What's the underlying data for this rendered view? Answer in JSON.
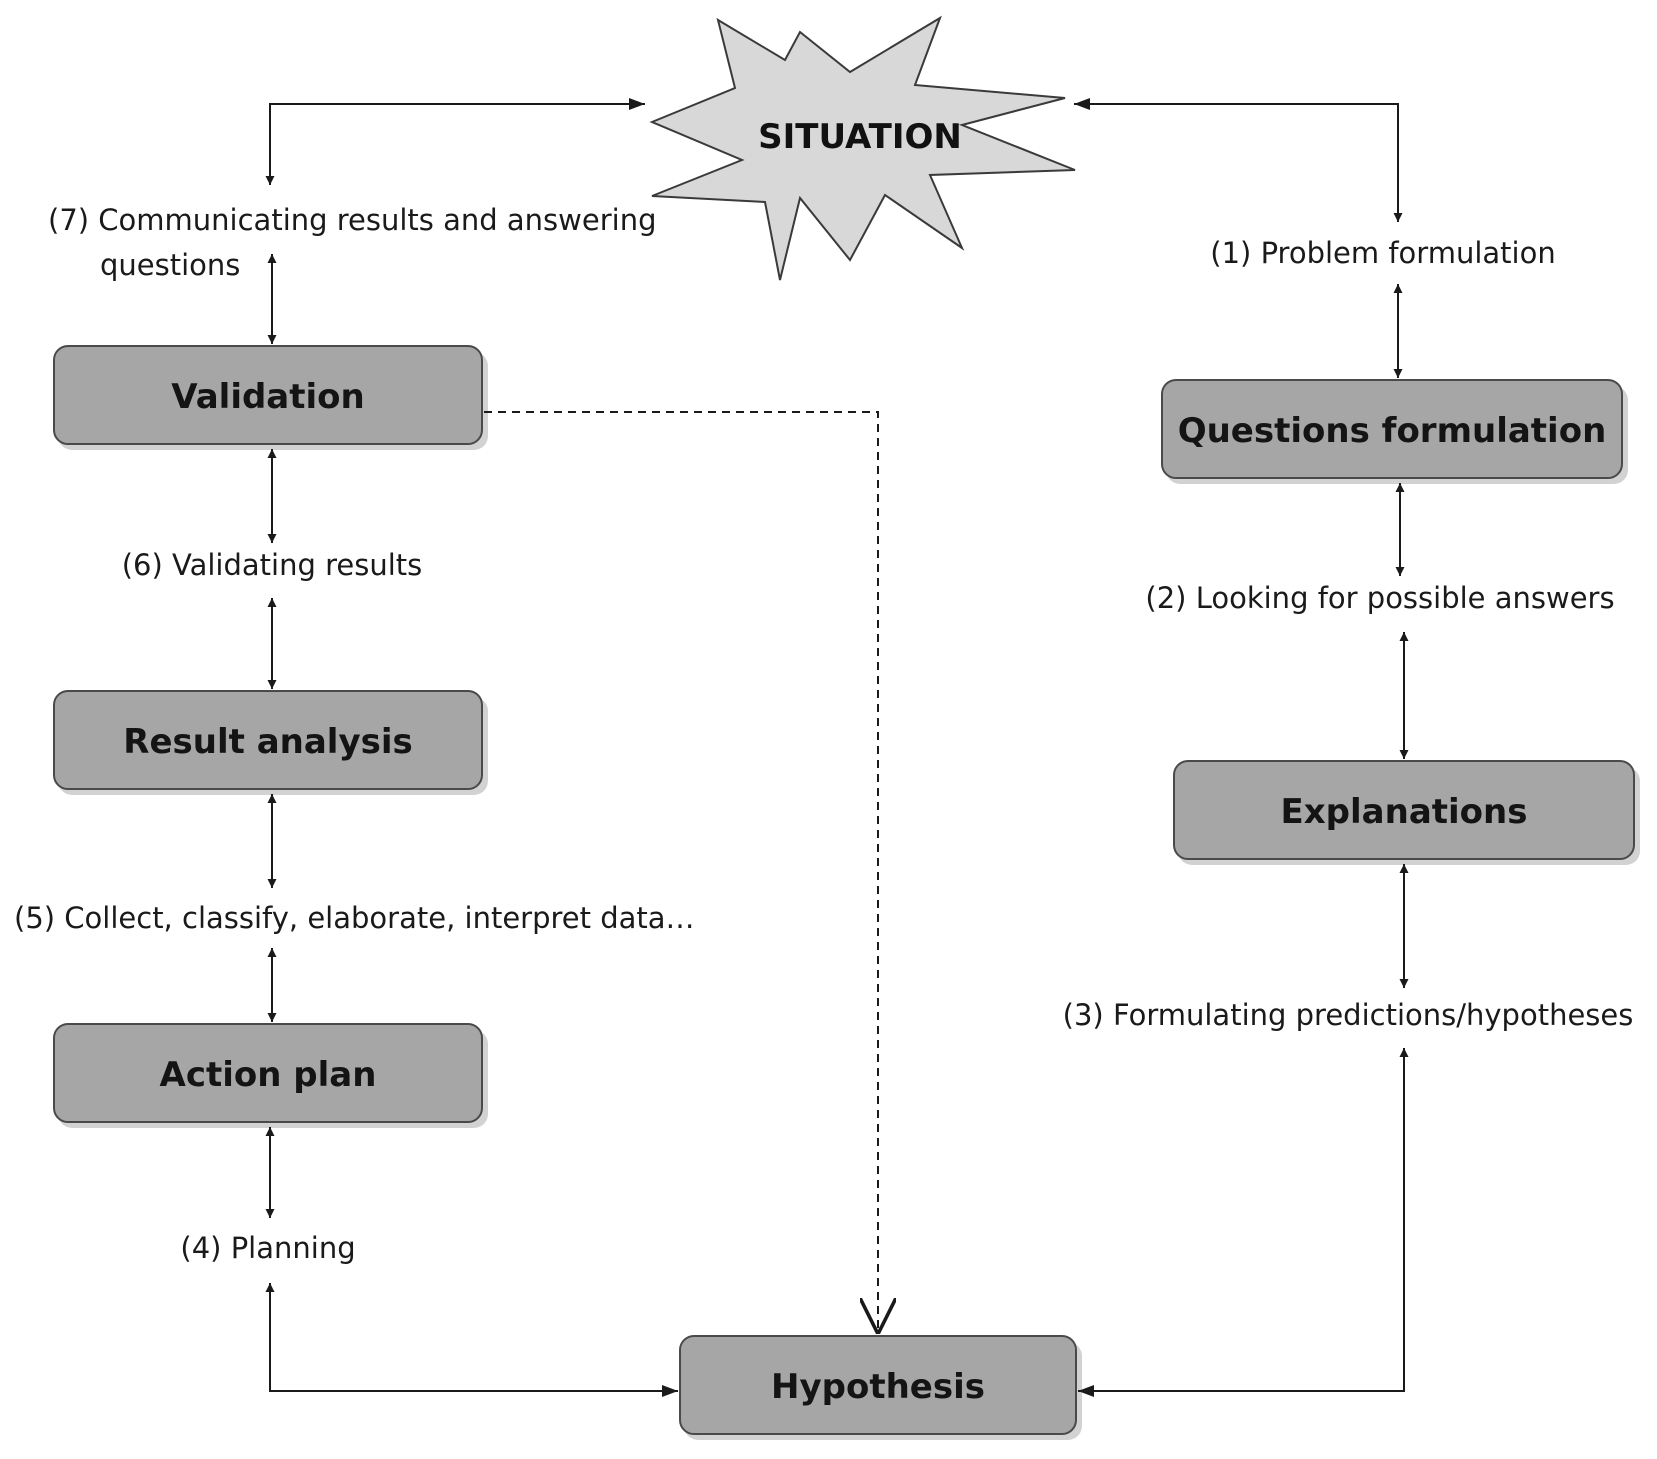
{
  "situation": {
    "label": "SITUATION"
  },
  "boxes": {
    "validation": "Validation",
    "result_analysis": "Result analysis",
    "action_plan": "Action plan",
    "hypothesis": "Hypothesis",
    "questions_formulation": "Questions formulation",
    "explanations": "Explanations"
  },
  "steps": {
    "s1": "(1) Problem formulation",
    "s2": "(2) Looking for possible answers",
    "s3": "(3) Formulating predictions/hypotheses",
    "s4": "(4) Planning",
    "s5": "(5) Collect, classify, elaborate, interpret data…",
    "s6": "(6) Validating results",
    "s7_line1": "(7) Communicating results and answering",
    "s7_line2": "questions"
  },
  "colors": {
    "box_fill": "#a6a6a6",
    "star_fill": "#d8d8d8",
    "line": "#1a1a1a"
  }
}
